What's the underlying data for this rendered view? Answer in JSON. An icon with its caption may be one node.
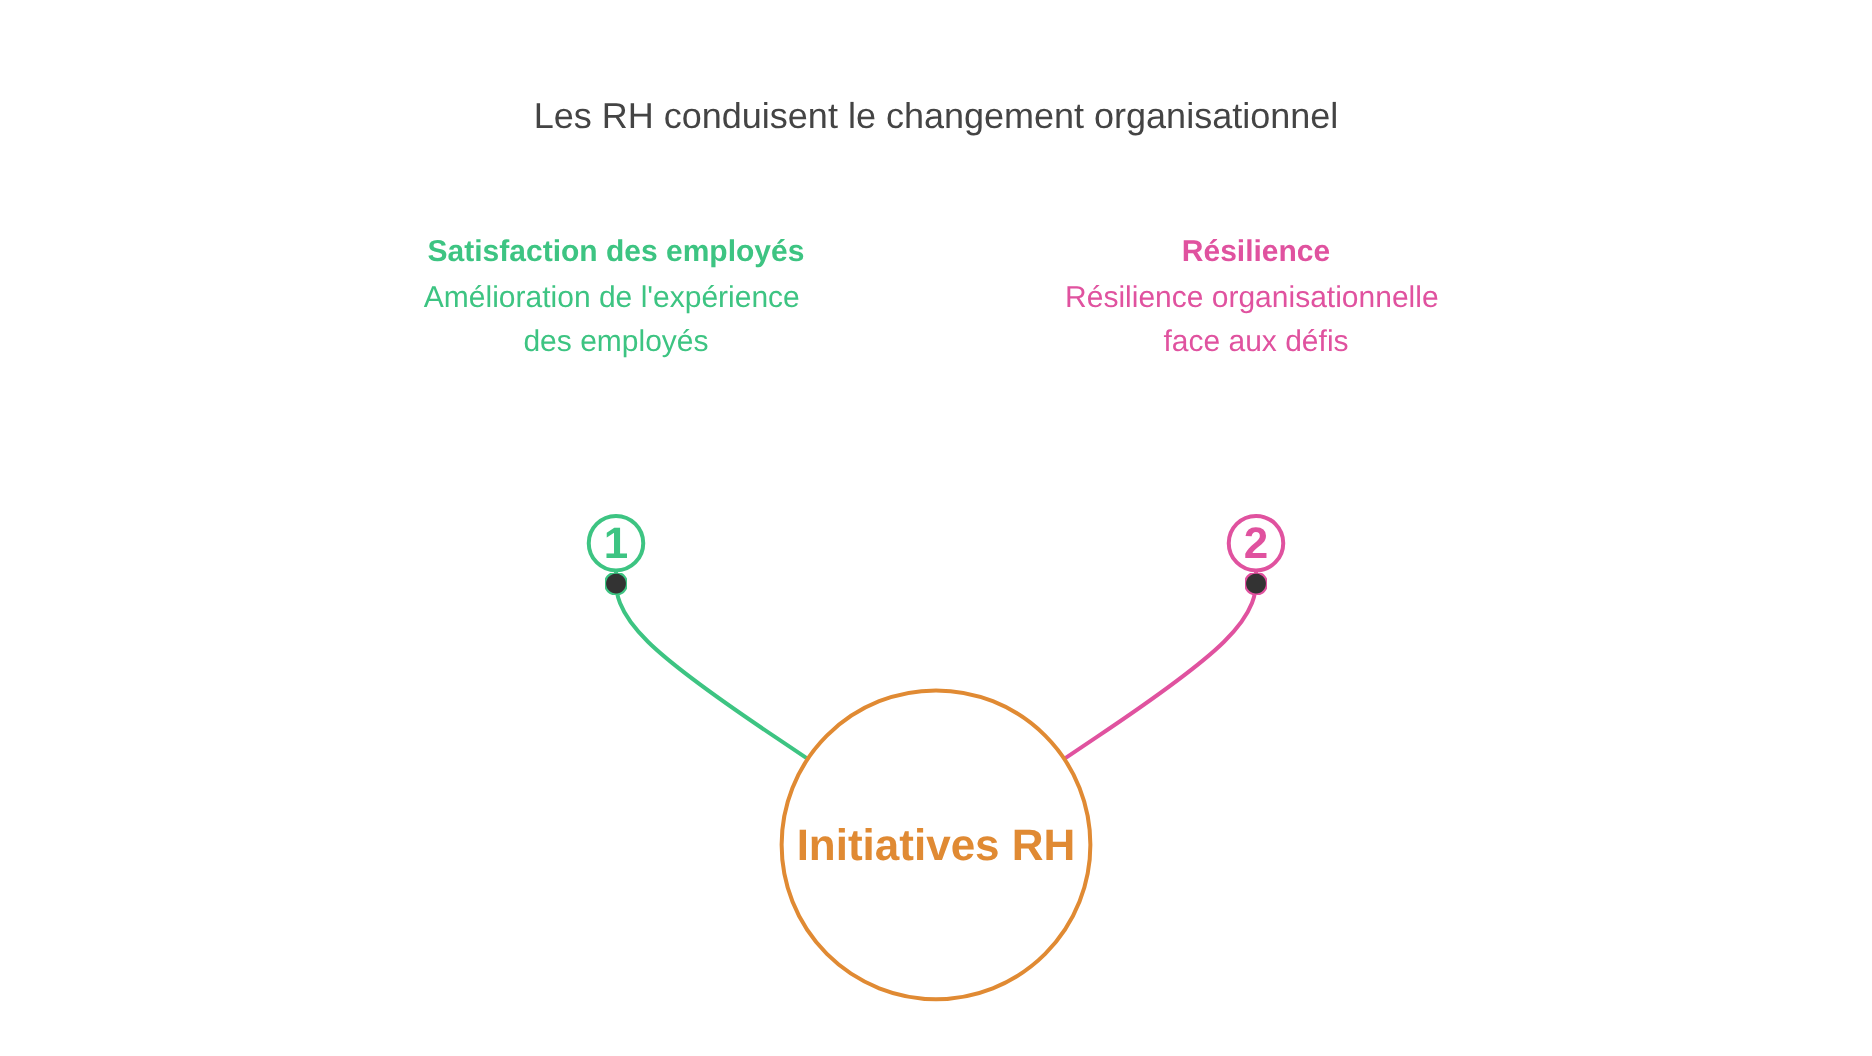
{
  "diagram": {
    "title": "Les RH conduisent le changement organisationnel",
    "nodes": [
      {
        "text": [
          "1"
        ],
        "beside": [
          "Satisfaction des employés",
          "Amélioration de l'expérience des employés"
        ]
      },
      {
        "text": [
          "2"
        ],
        "beside": [
          "Résilience",
          "Résilience organisationnelle face aux défis"
        ]
      },
      {
        "text": [
          "Initiatives RH"
        ]
      }
    ],
    "edges": [
      {
        "from": 2,
        "to": 0,
        "arrow": "other",
        "color": "#3dc482"
      },
      {
        "from": 2,
        "to": 1,
        "arrow": "other",
        "color": "#e0529f"
      }
    ]
  }
}
